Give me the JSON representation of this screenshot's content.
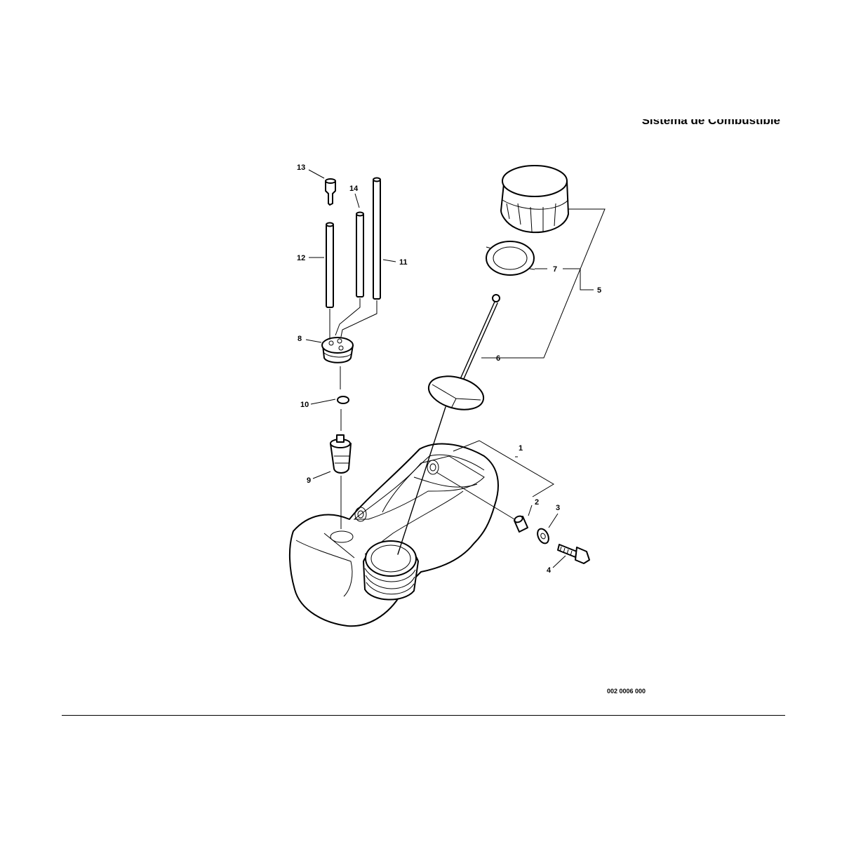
{
  "header": {
    "title": "Sistema de Combustible"
  },
  "figure": {
    "drawing_code": "002 0006 000",
    "callouts": {
      "c1": "1",
      "c2": "2",
      "c3": "3",
      "c4": "4",
      "c5": "5",
      "c6": "6",
      "c7": "7",
      "c8": "8",
      "c9": "9",
      "c10": "10",
      "c11": "11",
      "c12": "12",
      "c13": "13",
      "c14": "14"
    }
  }
}
